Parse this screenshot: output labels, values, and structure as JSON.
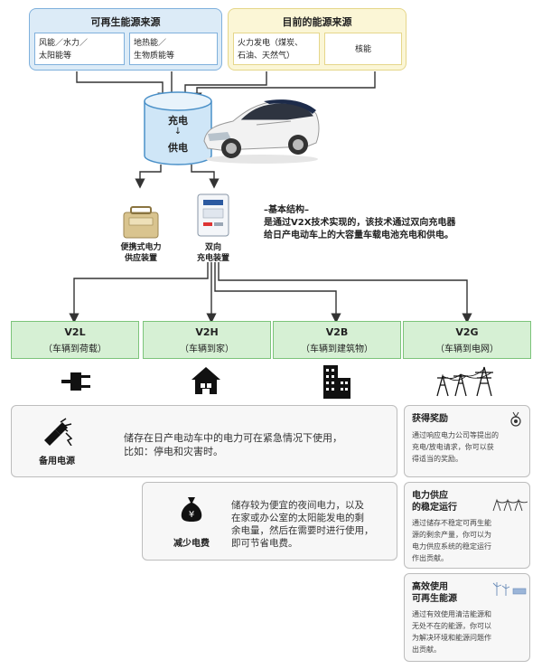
{
  "sources": {
    "renewable": {
      "title": "可再生能源来源",
      "items": [
        "风能／水力／\n太阳能等",
        "地热能／\n生物质能等"
      ]
    },
    "current": {
      "title": "目前的能源来源",
      "items": [
        "火力发电（煤炭、\n石油、天然气）",
        "核能"
      ]
    }
  },
  "storage": {
    "top": "充电",
    "arrow": "↓",
    "bottom": "供电"
  },
  "devices": {
    "portable": "便携式电力\n供应装置",
    "charger": "双向\n充电装置"
  },
  "structure": {
    "title": "–基本结构–",
    "line1": "是通过V2X技术实现的，该技术通过双向充电器",
    "line2": "给日产电动车上的大容量车载电池充电和供电。"
  },
  "modes": [
    {
      "code": "V2L",
      "desc": "（车辆到荷载）",
      "icon": "plug-icon"
    },
    {
      "code": "V2H",
      "desc": "（车辆到家）",
      "icon": "house-icon"
    },
    {
      "code": "V2B",
      "desc": "（车辆到建筑物）",
      "icon": "building-icon"
    },
    {
      "code": "V2G",
      "desc": "（车辆到电网）",
      "icon": "power-grid-icon"
    }
  ],
  "cards": {
    "backup": {
      "label": "备用电源",
      "line1": "储存在日产电动车中的电力可在紧急情况下使用，",
      "line2": "比如：停电和灾害时。",
      "icon": "backup-power-icon"
    },
    "savings": {
      "label": "减少电费",
      "line1": "储存较为便宜的夜间电力，以及",
      "line2": "在家或办公室的太阳能发电的剩",
      "line3": "余电量，然后在需要时进行使用，",
      "line4": "即可节省电费。",
      "icon": "money-bag-icon"
    }
  },
  "grid_cards": [
    {
      "title": "获得奖励",
      "lines": [
        "通过响应电力公司等提出的",
        "充电/放电请求，你可以获",
        "得适当的奖励。"
      ],
      "icon": "medal-icon"
    },
    {
      "title": "电力供应\n的稳定运行",
      "lines": [
        "通过储存不稳定可再生能",
        "源的剩余产量，你可以为",
        "电力供应系统的稳定运行",
        "作出贡献。"
      ],
      "icon": "grid-line-icon"
    },
    {
      "title": "高效使用\n可再生能源",
      "lines": [
        "通过有效使用清洁能源和",
        "无处不在的能源，你可以",
        "为解决环境和能源问题作",
        "出贡献。"
      ],
      "icon": "wind-solar-icon"
    }
  ],
  "colors": {
    "renewable_fill": "#dcebf7",
    "current_fill": "#fbf6d6",
    "mode_fill": "#d6f0d4",
    "cylinder_fill": "#cfe6f7"
  }
}
